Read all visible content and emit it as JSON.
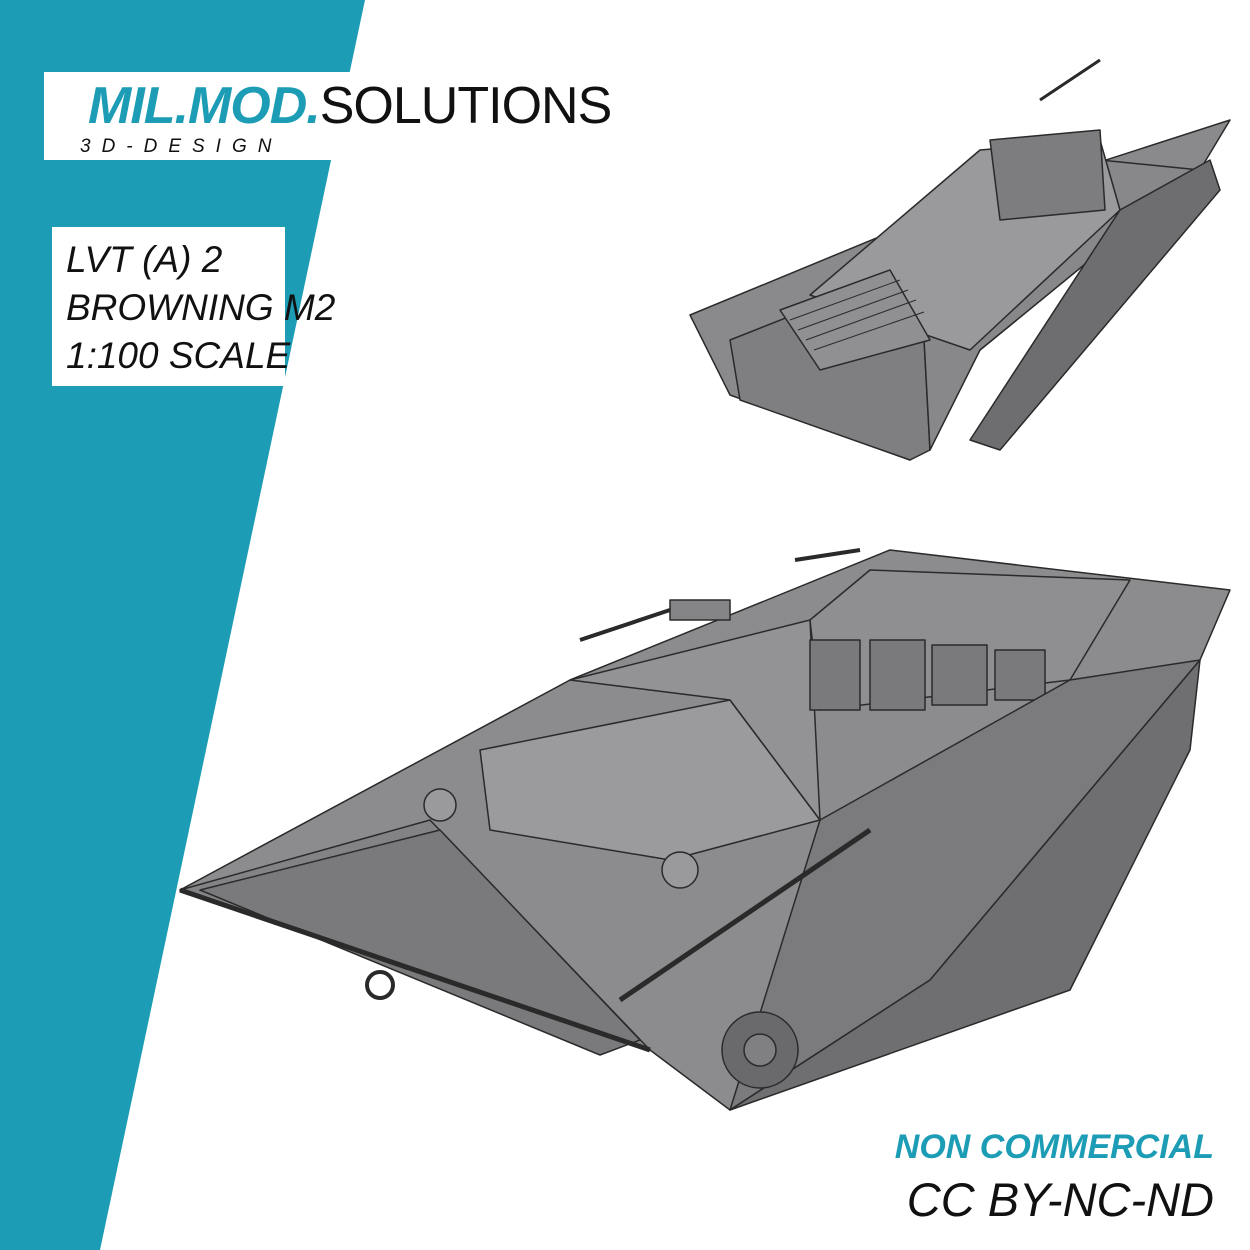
{
  "brand": {
    "accent": "MIL.MOD.",
    "rest": "SOLUTIONS",
    "subtitle": "3D-DESIGN"
  },
  "info": {
    "lines": [
      "LVT (A) 2",
      "BROWNING M2",
      "1:100 SCALE"
    ]
  },
  "license": {
    "type": "NON COMMERCIAL",
    "code": "CC BY-NC-ND"
  },
  "colors": {
    "teal": "#1c9db5",
    "model_gray": "#8a8a8d",
    "text": "#111111"
  }
}
